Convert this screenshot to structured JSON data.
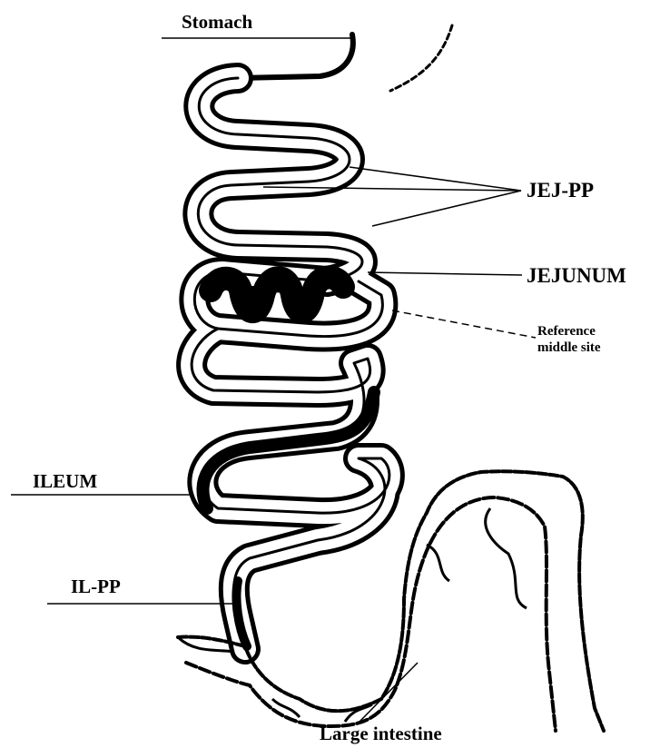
{
  "labels": {
    "stomach": "Stomach",
    "jej_pp": "JEJ-PP",
    "jejunum": "JEJUNUM",
    "reference_line1": "Reference",
    "reference_line2": "middle site",
    "ileum": "ILEUM",
    "il_pp": "IL-PP",
    "large_intestine": "Large intestine"
  },
  "colors": {
    "ink": "#000000",
    "background": "#ffffff"
  }
}
